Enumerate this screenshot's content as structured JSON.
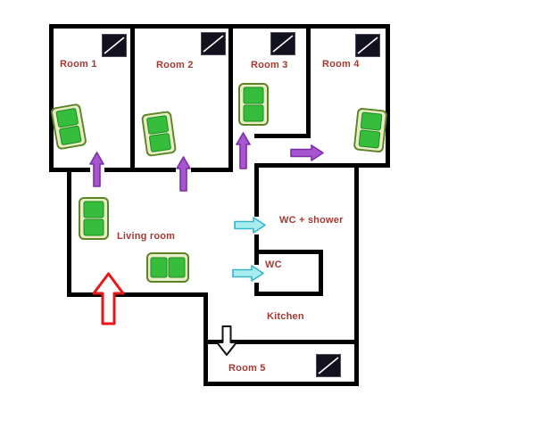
{
  "labels": {
    "room1": "Room 1",
    "room2": "Room 2",
    "room3": "Room 3",
    "room4": "Room 4",
    "room5": "Room 5",
    "living_room": "Living room",
    "wc_shower": "WC + shower",
    "wc": "WC",
    "kitchen": "Kitchen"
  },
  "colors": {
    "wall": "#000000",
    "label": "#a03a33",
    "arrow_purple_fill": "#a855d0",
    "arrow_purple_stroke": "#7b2fa8",
    "arrow_cyan_fill": "#a8ecf0",
    "arrow_cyan_stroke": "#35b6c9",
    "arrow_red_fill": "#ffffff",
    "arrow_red_stroke": "#e81717",
    "arrow_white_fill": "#ffffff",
    "arrow_white_stroke": "#111111",
    "sofa_base": "#e7edc3",
    "sofa_border": "#5d8426",
    "sofa_cushion": "#35bd3b",
    "sofa_cushion_border": "#1d8a22",
    "window_body": "#12121f",
    "window_highlight": "#ffffff"
  }
}
